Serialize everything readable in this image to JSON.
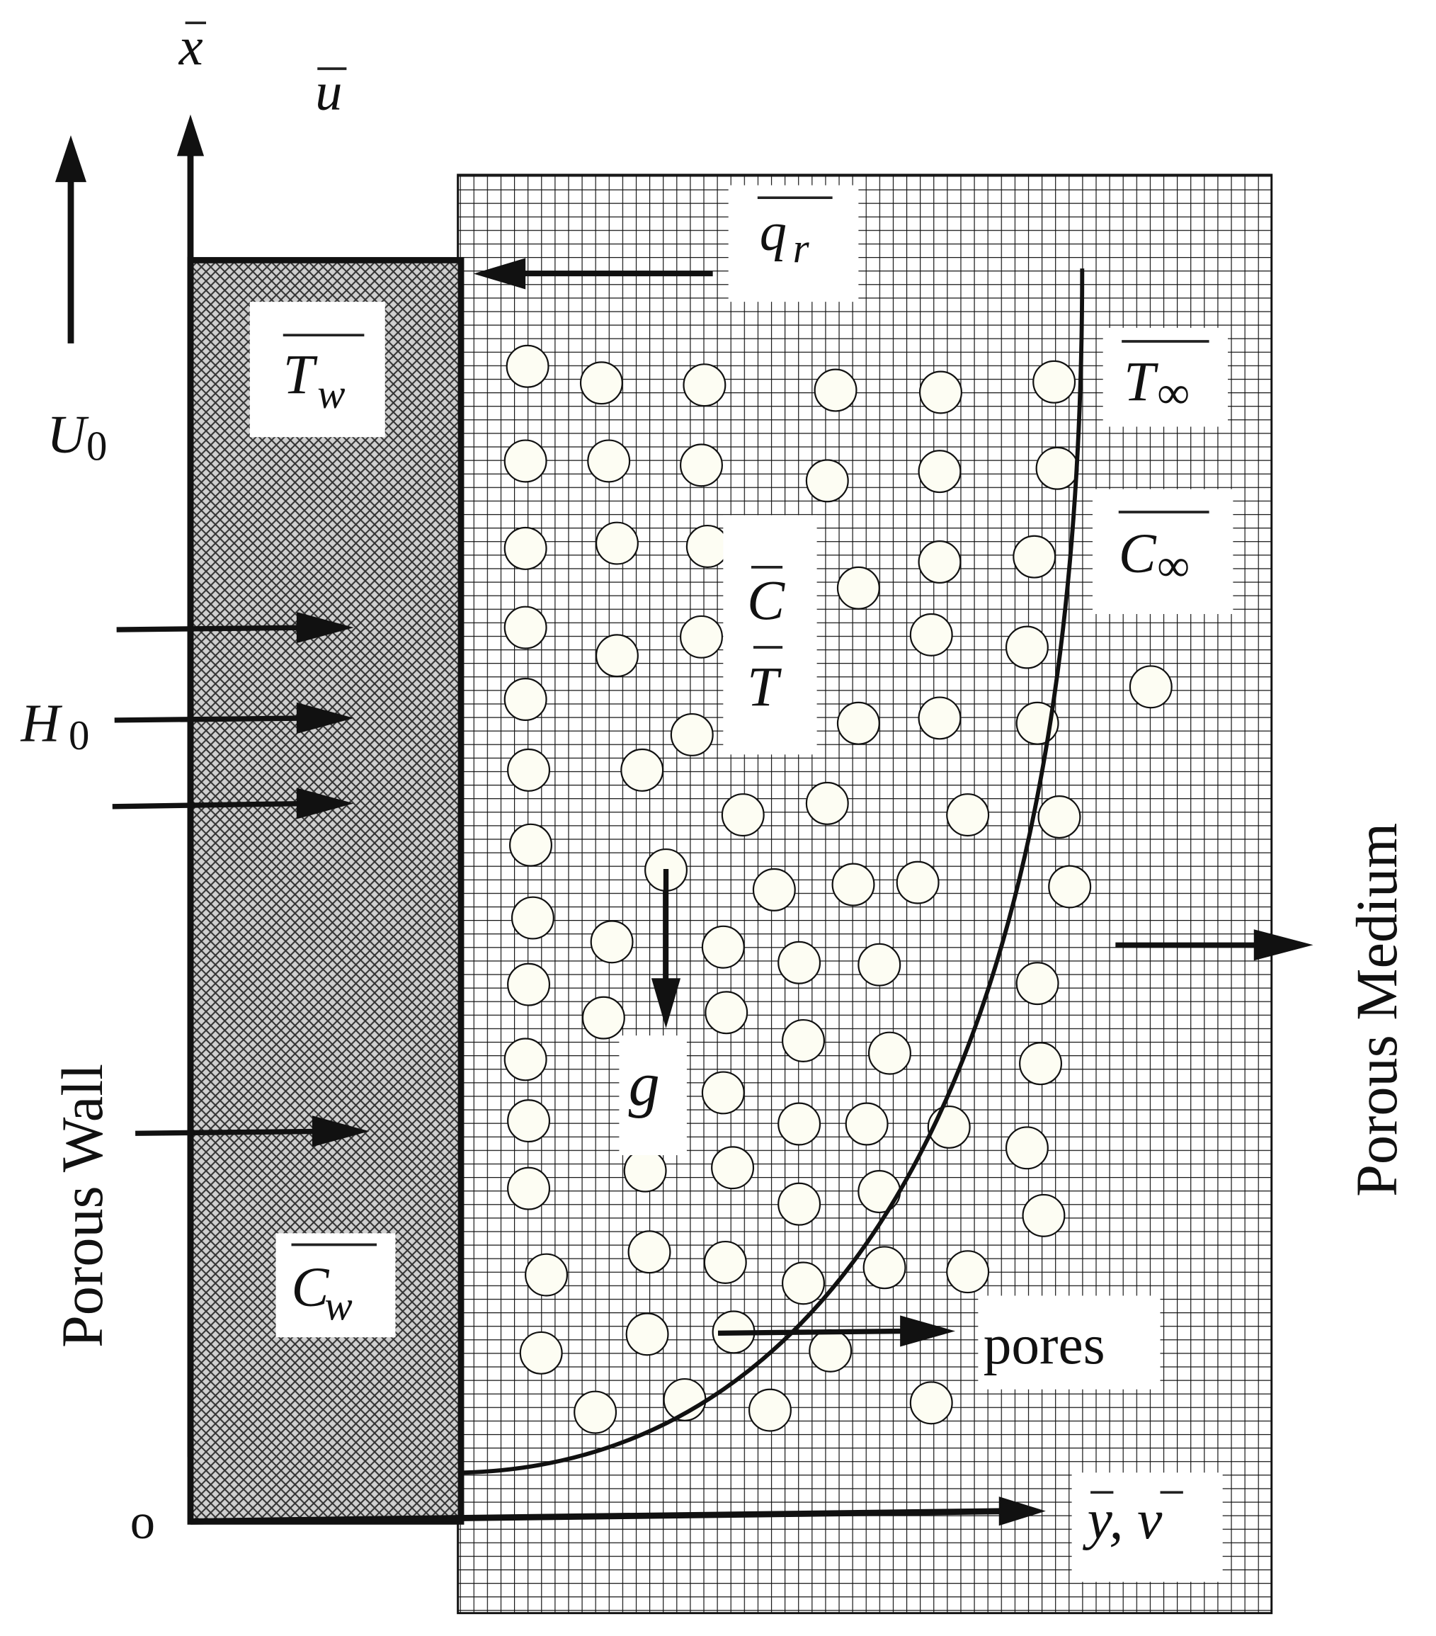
{
  "labels": {
    "x_axis": "x",
    "u_velocity": "u",
    "free_stream": "U",
    "free_stream_sub": "0",
    "magnetic_field": "H",
    "magnetic_field_sub": "0",
    "radiative_flux": "q",
    "radiative_flux_sub": "r",
    "wall_temperature": "T",
    "wall_temperature_sub": "w",
    "ambient_temperature": "T",
    "ambient_temperature_sub": "∞",
    "ambient_concentration": "C",
    "ambient_concentration_sub": "∞",
    "concentration": "C",
    "temperature": "T",
    "gravity": "g",
    "wall_concentration": "C",
    "wall_concentration_sub": "w",
    "origin": "o",
    "y_axis": "y, v",
    "pores": "pores",
    "porous_wall": "Porous Wall",
    "porous_medium": "Porous Medium"
  },
  "colors": {
    "ink": "#111111",
    "background": "#ffffff",
    "pore_fill": "#fdfdf3"
  }
}
